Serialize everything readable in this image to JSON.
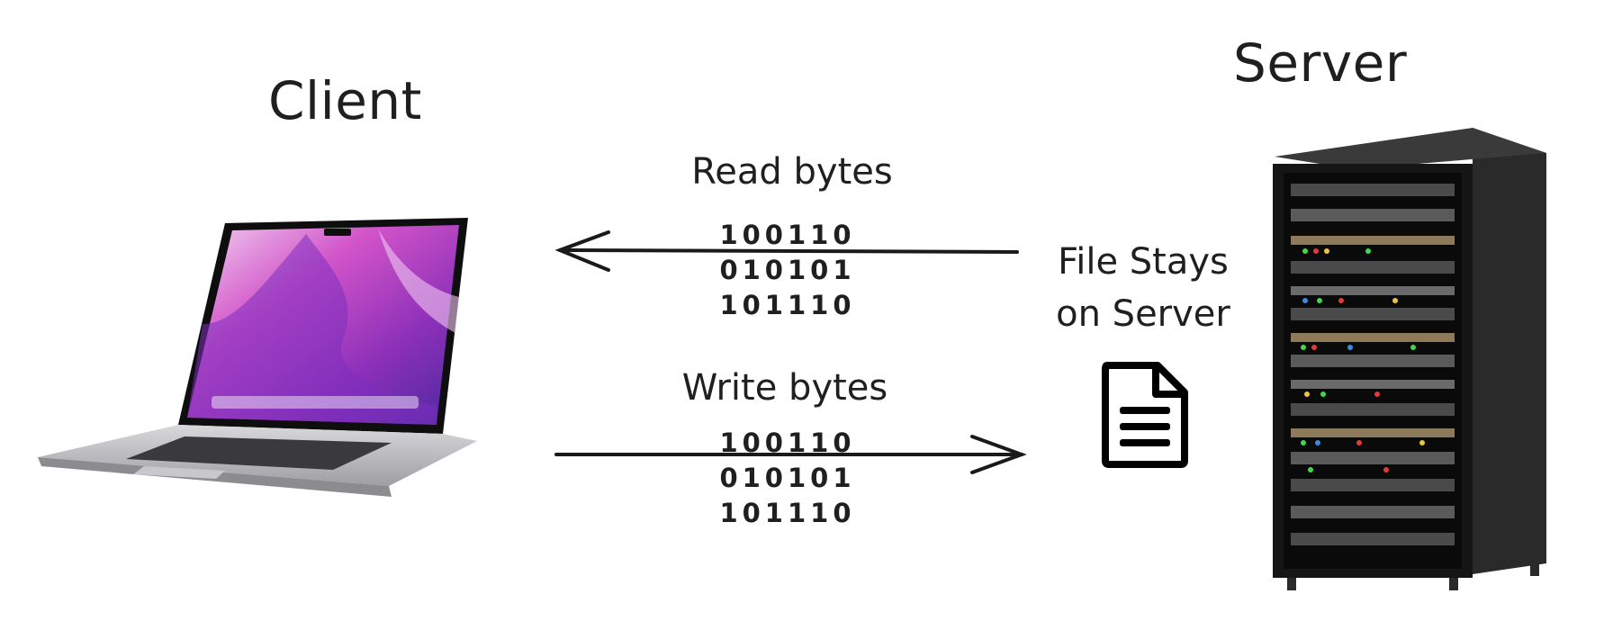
{
  "client": {
    "title": "Client",
    "icon": "laptop-icon"
  },
  "server": {
    "title": "Server",
    "icon": "server-rack-icon"
  },
  "read": {
    "label": "Read bytes",
    "bits": [
      "100110",
      "010101",
      "101110"
    ],
    "direction": "server-to-client"
  },
  "write": {
    "label": "Write bytes",
    "bits": [
      "100110",
      "010101",
      "101110"
    ],
    "direction": "client-to-server"
  },
  "file": {
    "line1": "File Stays",
    "line2": "on Server",
    "icon": "document-icon"
  },
  "colors": {
    "text": "#1f1f1f",
    "arrow": "#1a1a1a",
    "screen_accent": "#c23fc4",
    "rack": "#1b1b1b"
  }
}
